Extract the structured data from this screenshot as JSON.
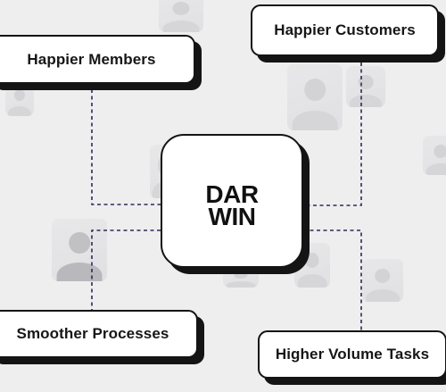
{
  "logo": {
    "line1": "DAR",
    "line2": "WIN"
  },
  "benefits": [
    {
      "label": "Happier Members"
    },
    {
      "label": "Happier Customers"
    },
    {
      "label": "Smoother Processes"
    },
    {
      "label": "Higher Volume Tasks"
    }
  ],
  "colors": {
    "background": "#eeeeef",
    "card": "#ffffff",
    "outline": "#141414",
    "connector": "#2c2a57"
  }
}
